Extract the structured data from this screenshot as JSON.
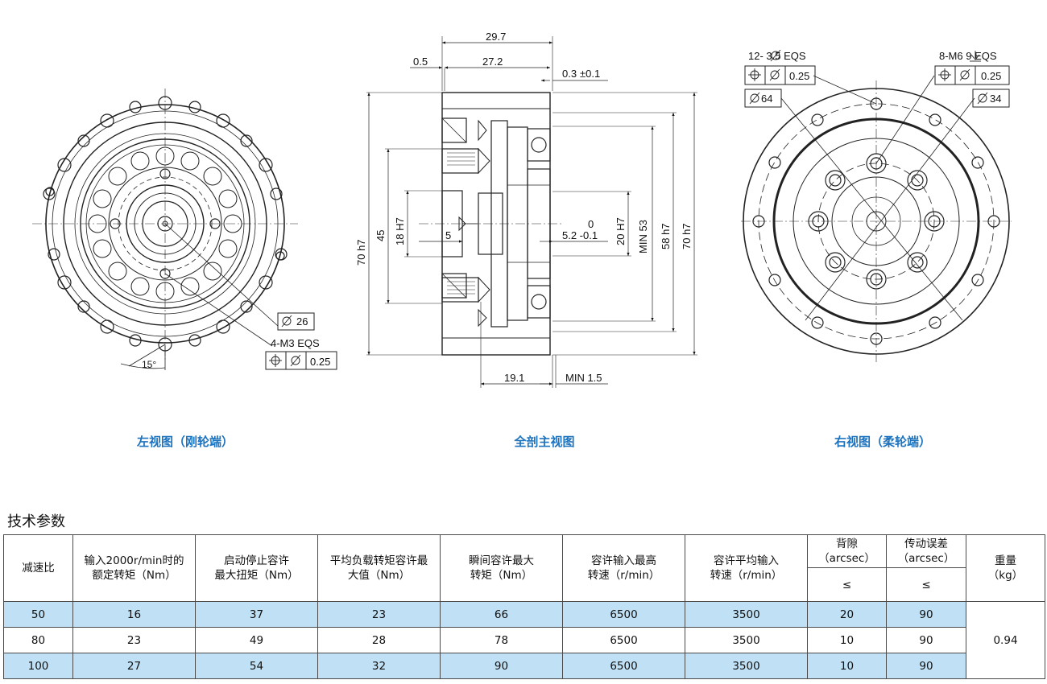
{
  "drawings": {
    "left": {
      "label_d26": "26",
      "label_holes": "4-M3 EQS",
      "label_tol": "0.25",
      "label_angle": "15°"
    },
    "middle": {
      "dim_29_7": "29.7",
      "dim_0_5": "0.5",
      "dim_27_2": "27.2",
      "dim_0_3": "0.3",
      "dim_0_3_tol": "±0.1",
      "dim_d70_left": "70 h7",
      "dim_d45": "45",
      "dim_d18": "18 H7",
      "dim_5": "5",
      "dim_0": "0",
      "dim_5_2": "5.2 -0.1",
      "dim_d20": "20 H7",
      "dim_min53": "MIN   53",
      "dim_d58": "58 h7",
      "dim_d70_right": "70 h7",
      "dim_19_1": "19.1",
      "dim_min1_5": "MIN 1.5"
    },
    "right": {
      "label_holes12": "12-  3.5 EQS",
      "label_holes8": "8-M6  9 EQS",
      "label_tol_a": "0.25",
      "label_tol_b": "0.25",
      "label_d64": "64",
      "label_d34": "34"
    }
  },
  "captions": {
    "left": "左视图（刚轮端）",
    "middle": "全剖主视图",
    "right": "右视图（柔轮端）"
  },
  "section_title": "技术参数",
  "table": {
    "headers": [
      "减速比",
      "输入2000r/min时的\n额定转矩（Nm）",
      "启动停止容许\n最大扭矩（Nm）",
      "平均负载转矩容许最\n大值（Nm）",
      "瞬间容许最大\n转矩（Nm）",
      "容许输入最高\n转速（r/min）",
      "容许平均输入\n转速（r/min）",
      "背隙\n（arcsec）",
      "传动误差\n（arcsec）",
      "重量\n（kg）"
    ],
    "sub_headers": [
      "≤",
      "≤"
    ],
    "rows": [
      [
        "50",
        "16",
        "37",
        "23",
        "66",
        "6500",
        "3500",
        "20",
        "90"
      ],
      [
        "80",
        "23",
        "49",
        "28",
        "78",
        "6500",
        "3500",
        "10",
        "90"
      ],
      [
        "100",
        "27",
        "54",
        "32",
        "90",
        "6500",
        "3500",
        "10",
        "90"
      ]
    ],
    "weight": "0.94",
    "highlight_color": "#bfe0f5"
  },
  "colors": {
    "caption": "#1e73be"
  }
}
